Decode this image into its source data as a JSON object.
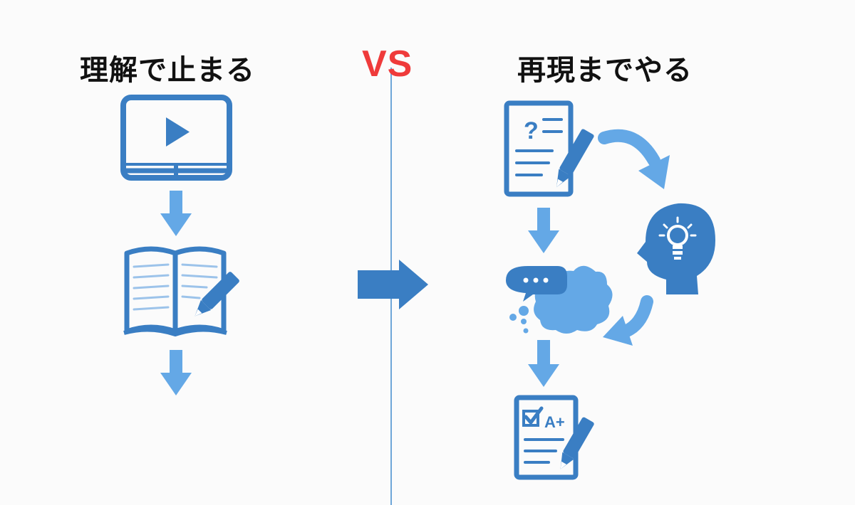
{
  "left": {
    "title": "理解で止まる"
  },
  "right": {
    "title": "再現までやる"
  },
  "vs": "VS",
  "colors": {
    "dark_blue": "#3a7ec3",
    "light_blue": "#64a8e6",
    "divider": "#6fa6d8",
    "vs_red": "#ef3b3b"
  },
  "icons": {
    "left": [
      "video-player-icon",
      "open-book-with-pencil-icon"
    ],
    "right": [
      "question-worksheet-icon",
      "head-with-lightbulb-icon",
      "speech-and-thought-bubble-icon",
      "graded-worksheet-icon"
    ]
  },
  "graded_mark": "A+",
  "question_mark": "?"
}
